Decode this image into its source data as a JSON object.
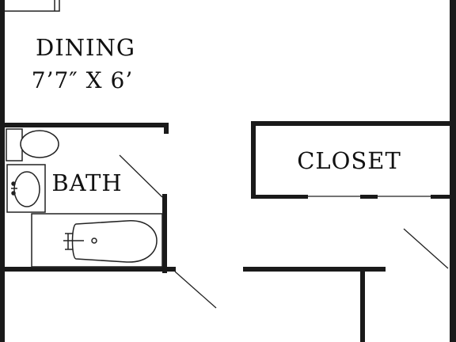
{
  "rooms": {
    "dining": {
      "name": "DINING",
      "dimensions": "7’7″ X 6’"
    },
    "bath": {
      "name": "BATH"
    },
    "closet": {
      "name": "CLOSET"
    }
  },
  "colors": {
    "wall": "#1a1a1a",
    "line": "#222222",
    "background": "#ffffff"
  }
}
